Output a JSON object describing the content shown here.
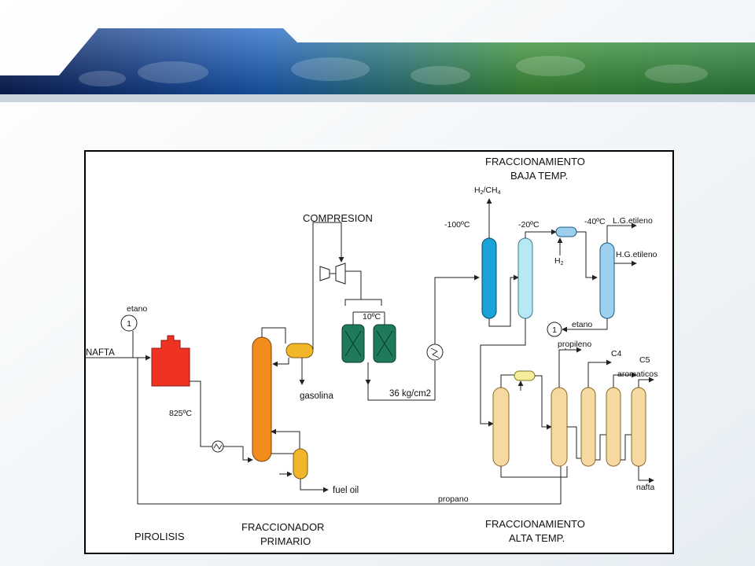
{
  "diagram": {
    "sections": {
      "pirolisis": "PIROLISIS",
      "fraccionador_1": "FRACCIONADOR",
      "fraccionador_2": "PRIMARIO",
      "compresion": "COMPRESION",
      "baja_1": "FRACCIONAMIENTO",
      "baja_2": "BAJA TEMP.",
      "alta_1": "FRACCIONAMIENTO",
      "alta_2": "ALTA TEMP."
    },
    "streams": {
      "nafta_in": "NAFTA",
      "etano_in": "etano",
      "recycle_marker": "1",
      "gasolina": "gasolina",
      "fuel_oil": "fuel oil",
      "h2_ch4_main": "H",
      "h2_ch4_sub": "2",
      "h2_ch4_rest": "/CH",
      "h2_ch4_sub2": "4",
      "h2_main": "H",
      "h2_sub": "2",
      "lg_etileno": "L.G.etileno",
      "hg_etileno": "H.G.etileno",
      "etano_out": "etano",
      "propileno": "propileno",
      "c4": "C4",
      "c5": "C5",
      "aromaticos": "aromaticos",
      "nafta_out": "nafta",
      "propano": "propano"
    },
    "conditions": {
      "pyrolysis_temp": "825ºC",
      "cooler_temp": "10ºC",
      "pressure": "36 kg/cm2",
      "t_minus100": "-100ºC",
      "t_minus20": "-20ºC",
      "t_minus40": "-40ºC"
    },
    "colors": {
      "furnace": "#ee3322",
      "primary_column": "#f28c1a",
      "primary_drum": "#f2b62a",
      "dryer": "#1f7a5a",
      "col_blue": "#1aa3d9",
      "col_lightblue": "#b8e8f4",
      "col_skyblue": "#9dd0ee",
      "col_beige": "#f6d9a0",
      "drum_yellow": "#f6ec9a"
    }
  }
}
